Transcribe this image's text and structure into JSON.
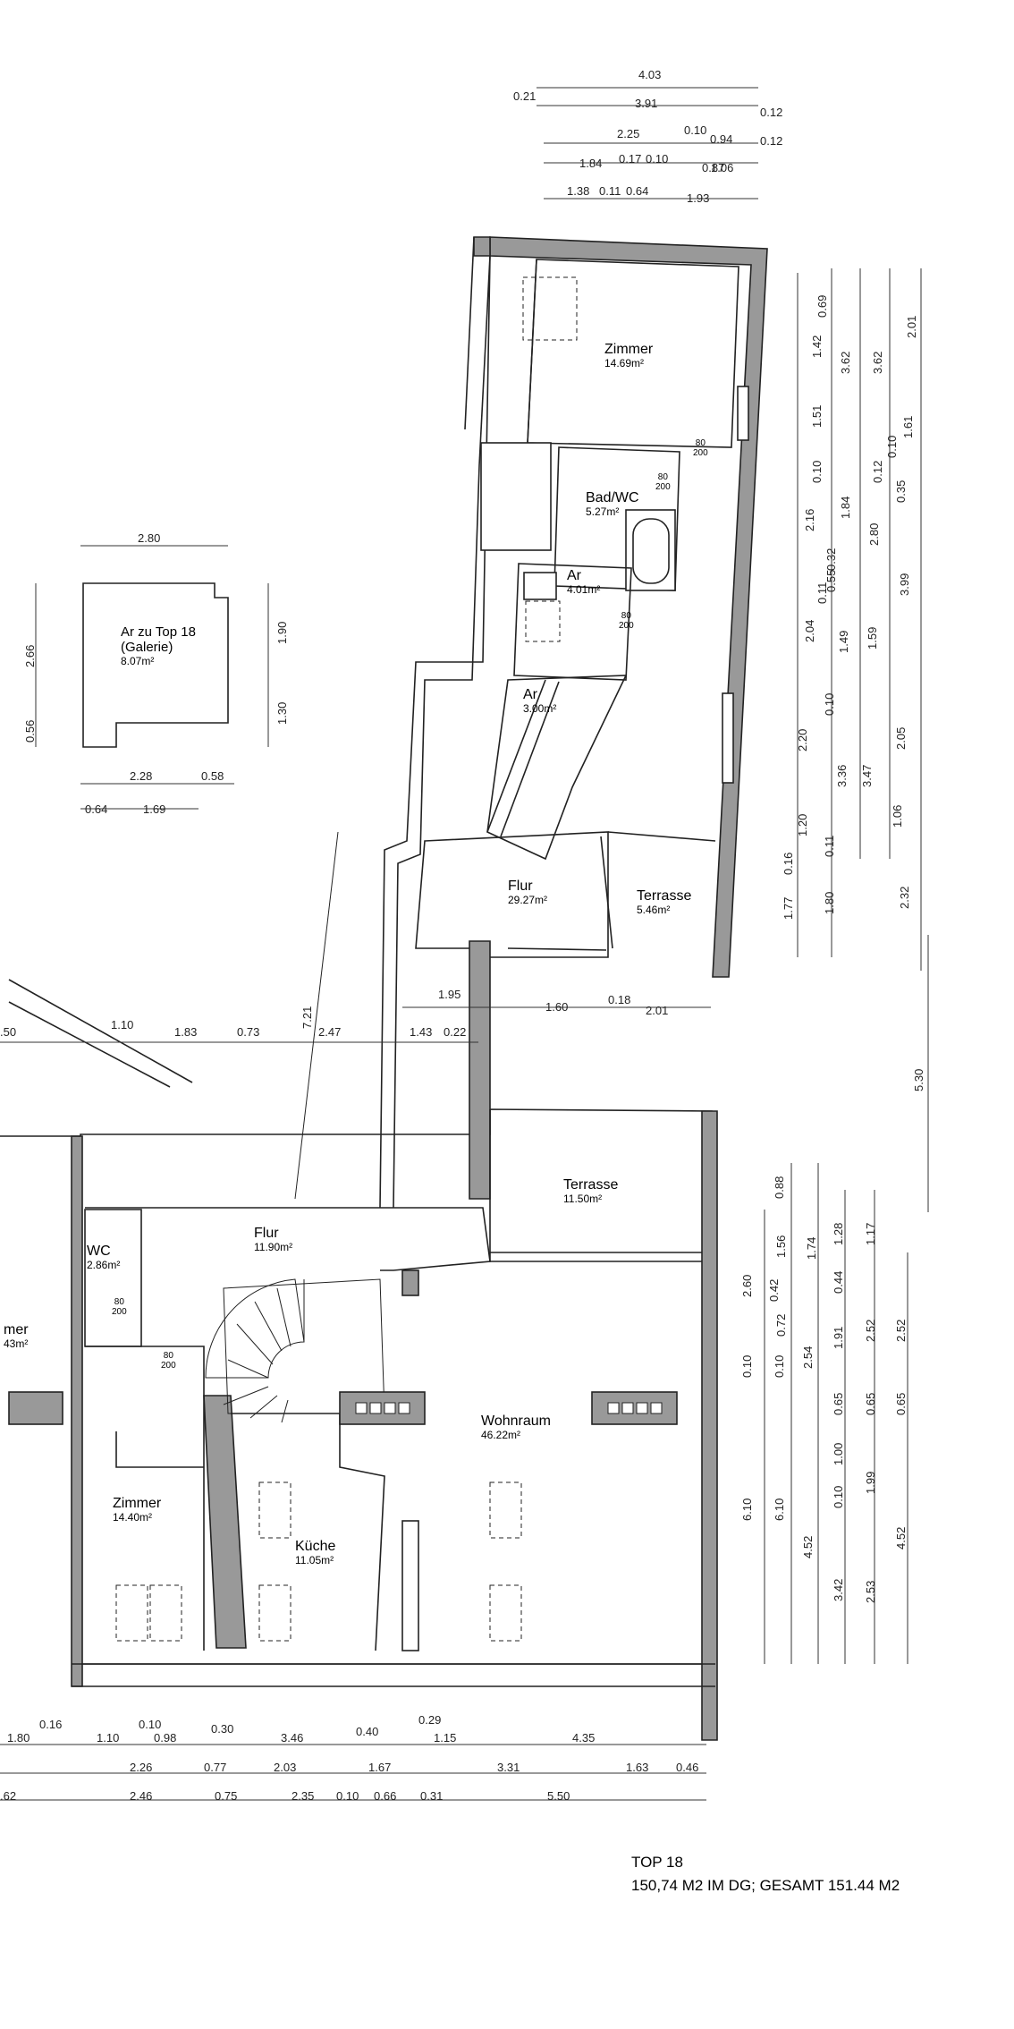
{
  "rooms": [
    {
      "name": "Zimmer",
      "area": "14.69m²"
    },
    {
      "name": "Bad/WC",
      "area": "5.27m²"
    },
    {
      "name": "Ar",
      "area": "4.01m²"
    },
    {
      "name": "Ar",
      "area": "3.00m²"
    },
    {
      "name": "Flur",
      "area": "29.27m²"
    },
    {
      "name": "Terrasse",
      "area": "5.46m²"
    },
    {
      "name": "Terrasse",
      "area": "11.50m²"
    },
    {
      "name": "Flur",
      "area": "11.90m²"
    },
    {
      "name": "WC",
      "area": "2.86m²"
    },
    {
      "name": "Wohnraum",
      "area": "46.22m²"
    },
    {
      "name": "Zimmer",
      "area": "14.40m²"
    },
    {
      "name": "Küche",
      "area": "11.05m²"
    },
    {
      "name": "mer",
      "area": "43m²"
    }
  ],
  "galerie": {
    "line1": "Ar zu Top 18",
    "line2": "(Galerie)",
    "area": "8.07m²"
  },
  "doors": [
    {
      "w": "80",
      "h": "200"
    },
    {
      "w": "80",
      "h": "200"
    },
    {
      "w": "80",
      "h": "200"
    },
    {
      "w": "80",
      "h": "200"
    },
    {
      "w": "80",
      "h": "200"
    }
  ],
  "dims_top": [
    "4.03",
    "0.21",
    "3.91",
    "0.12",
    "2.25",
    "0.10",
    "0.94",
    "0.12",
    "1.84",
    "0.17",
    "0.10",
    "0.87",
    "1.06",
    "1.38",
    "0.11",
    "0.64",
    "1.93"
  ],
  "dims_right_upper": [
    "0.69",
    "1.42",
    "1.51",
    "0.10",
    "2.16",
    "0.32",
    "0.11",
    "0.55",
    "2.04",
    "0.10",
    "2.20",
    "1.20",
    "0.16",
    "1.77",
    "3.62",
    "3.62",
    "2.01",
    "0.10",
    "1.61",
    "1.84",
    "0.12",
    "2.80",
    "0.35",
    "3.99",
    "1.49",
    "1.59",
    "3.36",
    "3.47",
    "2.05",
    "1.06",
    "0.11",
    "1.80",
    "2.32",
    "5.30"
  ],
  "dims_right_lower": [
    "0.88",
    "1.56",
    "1.74",
    "1.28",
    "1.17",
    "2.60",
    "0.42",
    "0.44",
    "0.72",
    "1.91",
    "2.52",
    "2.52",
    "0.10",
    "0.10",
    "2.54",
    "0.65",
    "0.65",
    "0.65",
    "1.00",
    "0.10",
    "1.99",
    "6.10",
    "6.10",
    "4.52",
    "3.42",
    "2.53",
    "4.52"
  ],
  "dims_galerie": [
    "2.80",
    "2.66",
    "0.56",
    "1.90",
    "1.30",
    "2.28",
    "0.58",
    "0.64",
    "1.69"
  ],
  "dims_middle": [
    ".50",
    "1.10",
    "1.83",
    "0.73",
    "7.21",
    "2.47",
    "1.43",
    "0.22",
    "1.95",
    "1.60",
    "0.18",
    "2.01"
  ],
  "dims_bottom_row1": [
    "1.80",
    "0.16",
    "1.10",
    "0.10",
    "0.98",
    "0.30",
    "3.46",
    "0.40",
    "0.29",
    "1.15",
    "4.35"
  ],
  "dims_bottom_row2": [
    "2.26",
    "0.77",
    "2.03",
    "1.67",
    "3.31",
    "1.63",
    "0.46"
  ],
  "dims_bottom_row3": [
    ".62",
    "2.46",
    "0.75",
    "2.35",
    "0.10",
    "0.66",
    "0.31",
    "5.50"
  ],
  "caption": {
    "title": "TOP 18",
    "subtitle": "150,74 M2 IM DG; GESAMT 151.44 M2"
  },
  "colors": {
    "wall": "#999999",
    "line": "#222222",
    "dim": "#333333"
  }
}
